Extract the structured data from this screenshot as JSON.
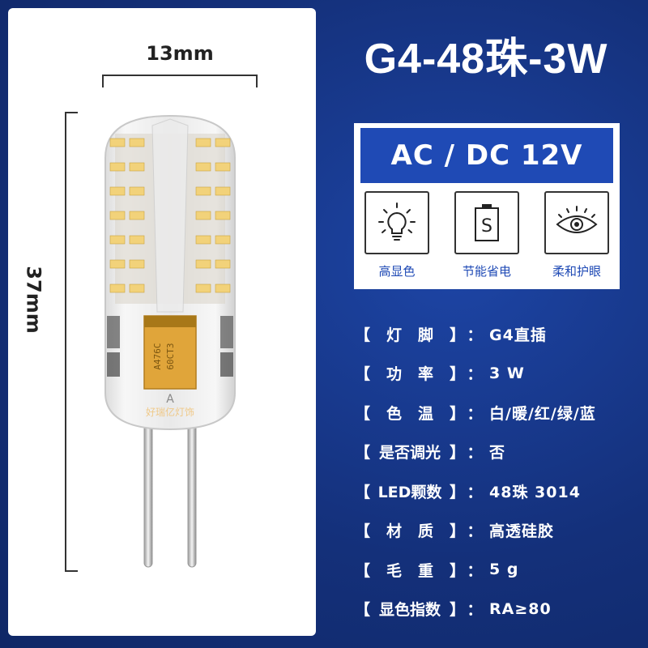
{
  "title": "G4-48珠-3W",
  "voltage": "AC / DC 12V",
  "dimensions": {
    "width": "13mm",
    "height": "37mm"
  },
  "bulb": {
    "capacitor_line1": "A476C",
    "capacitor_line2": "60CT3",
    "marking": "A",
    "watermark": "好瑞亿灯饰"
  },
  "features": [
    {
      "icon": "bulb-light-icon",
      "label": "高显色"
    },
    {
      "icon": "battery-s-icon",
      "label": "节能省电"
    },
    {
      "icon": "eye-icon",
      "label": "柔和护眼"
    }
  ],
  "specs": [
    {
      "key_parts": [
        "【",
        "灯",
        "脚",
        "】"
      ],
      "colon": "：",
      "value": "G4直插"
    },
    {
      "key_parts": [
        "【",
        "功",
        "率",
        "】"
      ],
      "colon": "：",
      "value": "3 W"
    },
    {
      "key_parts": [
        "【",
        "色",
        "温",
        "】"
      ],
      "colon": "：",
      "value": "白/暖/红/绿/蓝"
    },
    {
      "key_parts": [
        "【",
        "是否调光",
        "】"
      ],
      "colon": "：",
      "value": "否"
    },
    {
      "key_parts": [
        "【",
        "LED颗数",
        "】"
      ],
      "colon": "：",
      "value": "48珠 3014"
    },
    {
      "key_parts": [
        "【",
        "材",
        "质",
        "】"
      ],
      "colon": "：",
      "value": "高透硅胶"
    },
    {
      "key_parts": [
        "【",
        "毛",
        "重",
        "】"
      ],
      "colon": "：",
      "value": "5 g"
    },
    {
      "key_parts": [
        "【",
        "显色指数",
        "】"
      ],
      "colon": "：",
      "value": "RA≥80"
    }
  ],
  "colors": {
    "background": "#14307a",
    "accent_blue": "#1f4ab5",
    "led": "#f2d27a",
    "capacitor": "#e0a53a"
  }
}
